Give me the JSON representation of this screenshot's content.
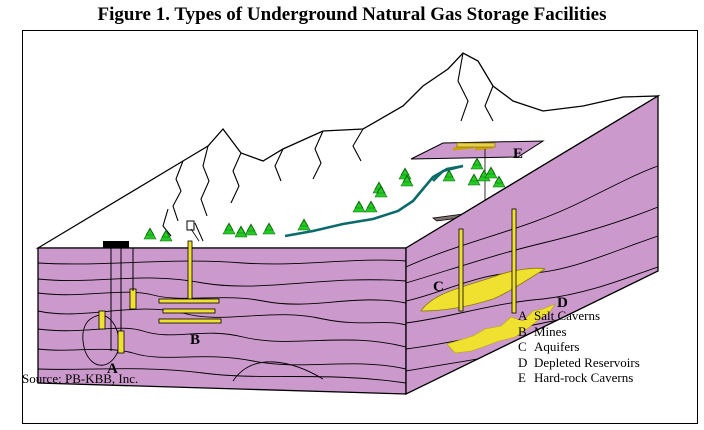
{
  "title": "Figure 1.  Types of Underground Natural Gas Storage Facilities",
  "source": "Source:  PB-KBB, Inc.",
  "site_labels": {
    "a": "A",
    "b": "B",
    "c": "C",
    "d": "D",
    "e": "E"
  },
  "legend": [
    {
      "key": "A",
      "text": "Salt Caverns"
    },
    {
      "key": "B",
      "text": "Mines"
    },
    {
      "key": "C",
      "text": "Aquifers"
    },
    {
      "key": "D",
      "text": "Depleted Reservoirs"
    },
    {
      "key": "E",
      "text": "Hard-rock Caverns"
    }
  ],
  "colors": {
    "rock": "#cc99cc",
    "storage": "#f0e030",
    "tree": "#22cc22",
    "pipeline": "#0b6b6b",
    "surface": "#ffffff",
    "outline": "#000000"
  },
  "icons": [
    "tree-icon",
    "derrick-icon",
    "compressor-station-icon",
    "wellhead-icon"
  ]
}
